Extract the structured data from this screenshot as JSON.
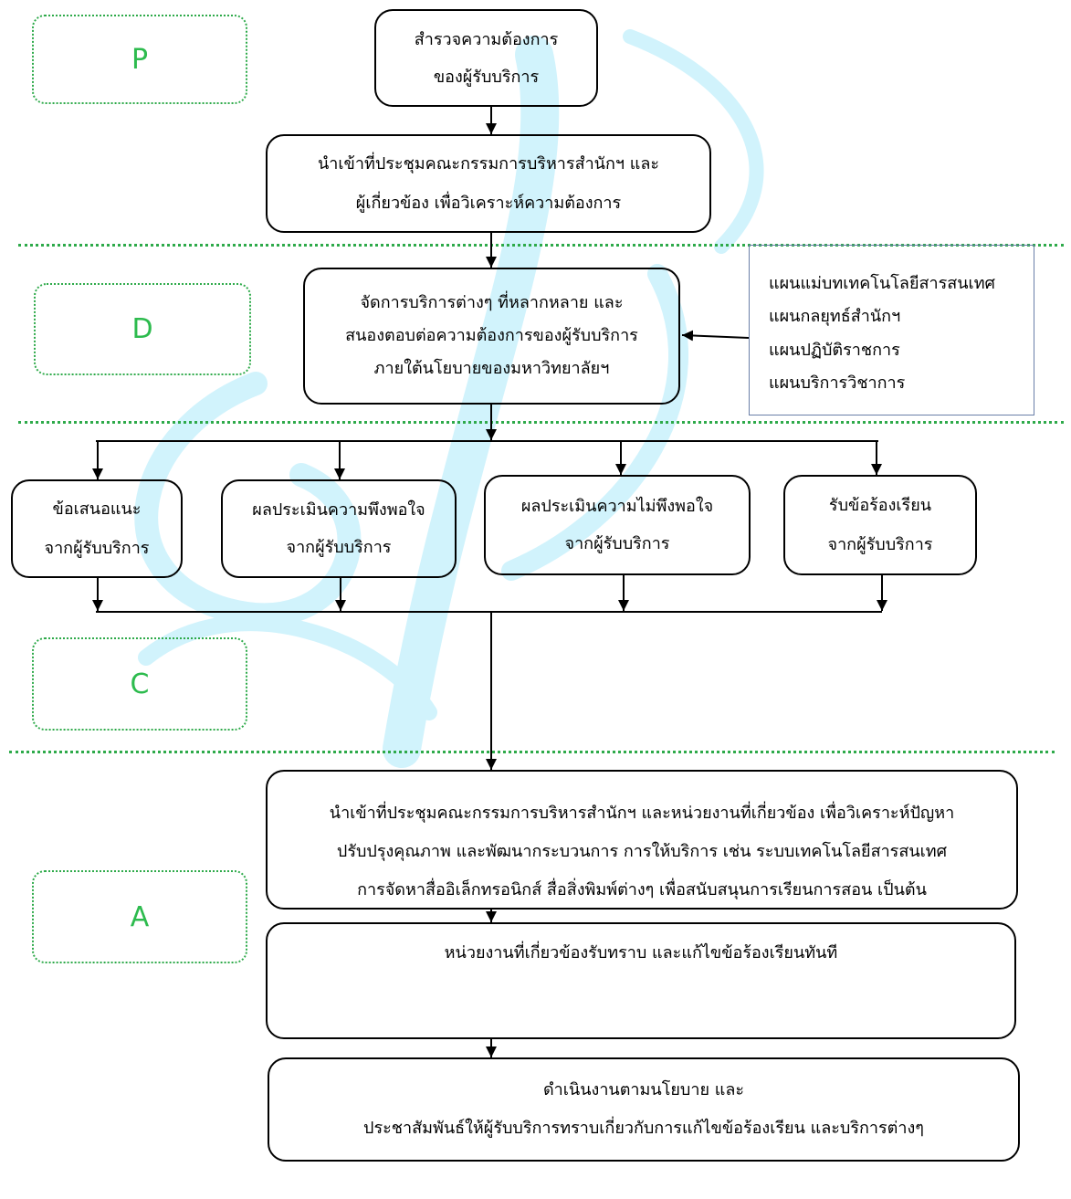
{
  "phases": {
    "p": "P",
    "d": "D",
    "c": "C",
    "a": "A"
  },
  "steps": {
    "survey": {
      "lines": [
        "สำรวจความต้องการ",
        "ของผู้รับบริการ"
      ]
    },
    "meeting": {
      "lines": [
        "นำเข้าที่ประชุมคณะกรรมการบริหารสำนักฯ และ",
        "ผู้เกี่ยวข้อง เพื่อวิเคราะห์ความต้องการ"
      ]
    },
    "manage": {
      "lines": [
        "จัดการบริการต่างๆ ที่หลากหลาย และ",
        "สนองตอบต่อความต้องการของผู้รับบริการ",
        "ภายใต้นโยบายของมหาวิทยาลัยฯ"
      ]
    },
    "plans": {
      "lines": [
        "แผนแม่บทเทคโนโลยีสารสนเทศ",
        "แผนกลยุทธ์สำนักฯ",
        "แผนปฏิบัติราชการ",
        "แผนบริการวิชาการ"
      ]
    },
    "feedback": {
      "lines": [
        "ข้อเสนอแนะ",
        "จากผู้รับบริการ"
      ]
    },
    "satisfaction": {
      "lines": [
        "ผลประเมินความพึงพอใจ",
        "จากผู้รับบริการ"
      ]
    },
    "dissatisfaction": {
      "lines": [
        "ผลประเมินความไม่พึงพอใจ",
        "จากผู้รับบริการ"
      ]
    },
    "complaint": {
      "lines": [
        "รับข้อร้องเรียน",
        "จากผู้รับบริการ"
      ]
    },
    "analysis": {
      "lines": [
        "นำเข้าที่ประชุมคณะกรรมการบริหารสำนักฯ และหน่วยงานที่เกี่ยวข้อง เพื่อวิเคราะห์ปัญหา",
        "ปรับปรุงคุณภาพ และพัฒนากระบวนการ การให้บริการ เช่น ระบบเทคโนโลยีสารสนเทศ",
        "การจัดหาสื่ออิเล็กทรอนิกส์ สื่อสิ่งพิมพ์ต่างๆ เพื่อสนับสนุนการเรียนการสอน เป็นต้น"
      ]
    },
    "acknowledge": {
      "lines": [
        "หน่วยงานที่เกี่ยวข้องรับทราบ และแก้ไขข้อร้องเรียนทันที"
      ]
    },
    "implement": {
      "lines": [
        "ดำเนินงานตามนโยบาย และ",
        "ประชาสัมพันธ์ให้ผู้รับบริการทราบเกี่ยวกับการแก้ไขข้อร้องเรียน และบริการต่างๆ"
      ]
    }
  },
  "colors": {
    "phase_label": "#2dbb4e",
    "phase_border": "#2eaa4a",
    "box_border": "#000000",
    "plans_border": "#6a7fa8",
    "watermark": "#c9f1fc"
  }
}
